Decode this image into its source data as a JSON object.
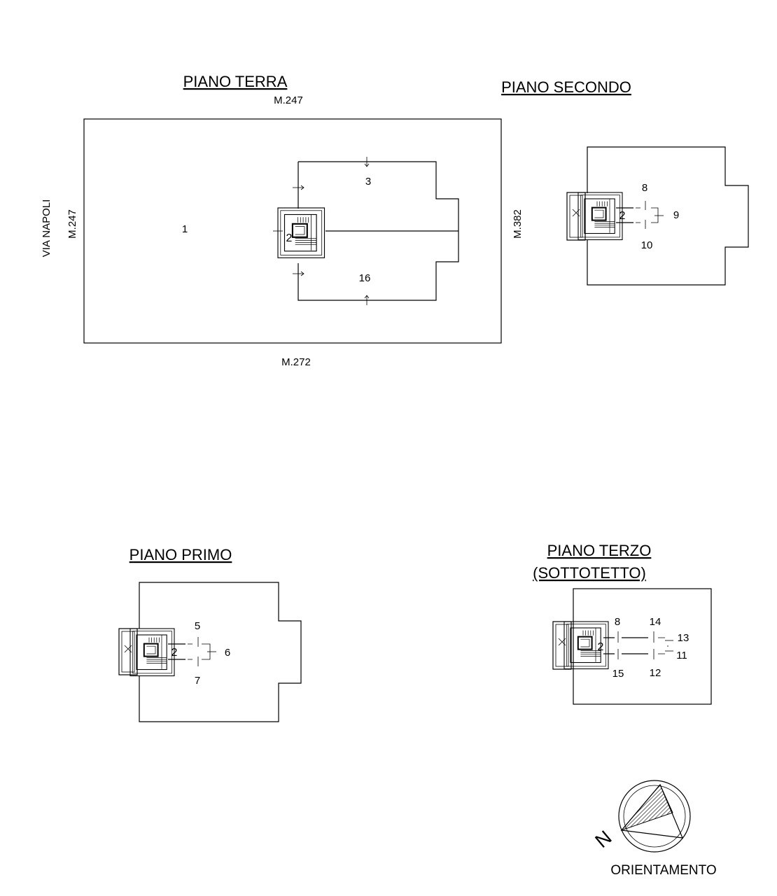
{
  "floors": {
    "terra": {
      "title": "PIANO TERRA",
      "boundary_top": "M.247",
      "boundary_bottom": "M.272",
      "boundary_left": "M.247",
      "boundary_right": "M.382",
      "street": "VIA NAPOLI",
      "units": {
        "u1": "1",
        "u2": "2",
        "u3": "3",
        "u16": "16"
      }
    },
    "secondo": {
      "title": "PIANO SECONDO",
      "units": {
        "u2": "2",
        "u8": "8",
        "u9": "9",
        "u10": "10"
      }
    },
    "primo": {
      "title": "PIANO PRIMO",
      "units": {
        "u2": "2",
        "u5": "5",
        "u6": "6",
        "u7": "7"
      }
    },
    "terzo": {
      "title_line1": "PIANO TERZO",
      "title_line2": "(SOTTOTETTO)",
      "units": {
        "u2": "2",
        "u8": "8",
        "u14": "14",
        "u13": "13",
        "u11": "11",
        "u15": "15",
        "u12": "12"
      }
    }
  },
  "compass": {
    "north_letter": "N",
    "label": "ORIENTAMENTO"
  }
}
